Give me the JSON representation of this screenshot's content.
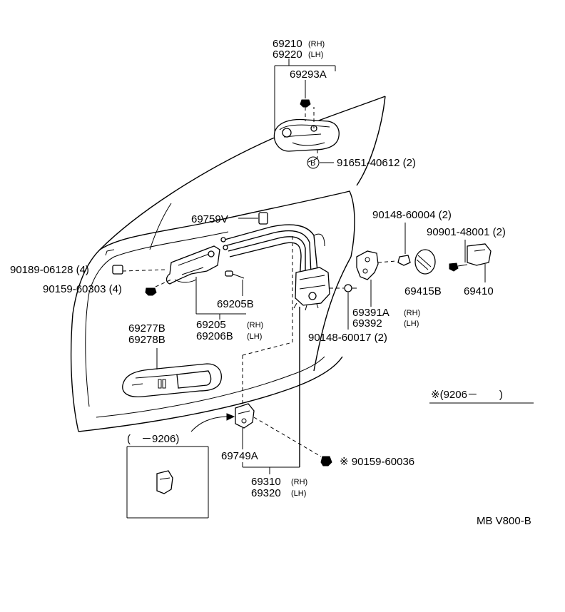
{
  "labels": {
    "p69210": "69210",
    "p69210_side": "(RH)",
    "p69220": "69220",
    "p69220_side": "(LH)",
    "p69293A": "69293A",
    "b_marker": "B",
    "p91651": "91651-40612 (2)",
    "p69759V": "69759V",
    "p90148a": "90148-60004 (2)",
    "p90901": "90901-48001 (2)",
    "p90189": "90189-06128 (4)",
    "p90159a": "90159-60303 (4)",
    "p69205B": "69205B",
    "p69415B": "69415B",
    "p69410": "69410",
    "p69391A": "69391A",
    "p69391A_side": "(RH)",
    "p69392": "69392",
    "p69392_side": "(LH)",
    "p69205": "69205",
    "p69205_side": "(RH)",
    "p69206B": "69206B",
    "p69206B_side": "(LH)",
    "p90148b": "90148-60017 (2)",
    "p69277B": "69277B",
    "p69278B": "69278B",
    "range_new": "※(9206－　　)",
    "range_old": "(　－9206)",
    "p69749A": "69749A",
    "p90159b": "※ 90159-60036",
    "p69310": "69310",
    "p69310_side": "(RH)",
    "p69320": "69320",
    "p69320_side": "(LH)",
    "ref": "MB V800-B"
  }
}
